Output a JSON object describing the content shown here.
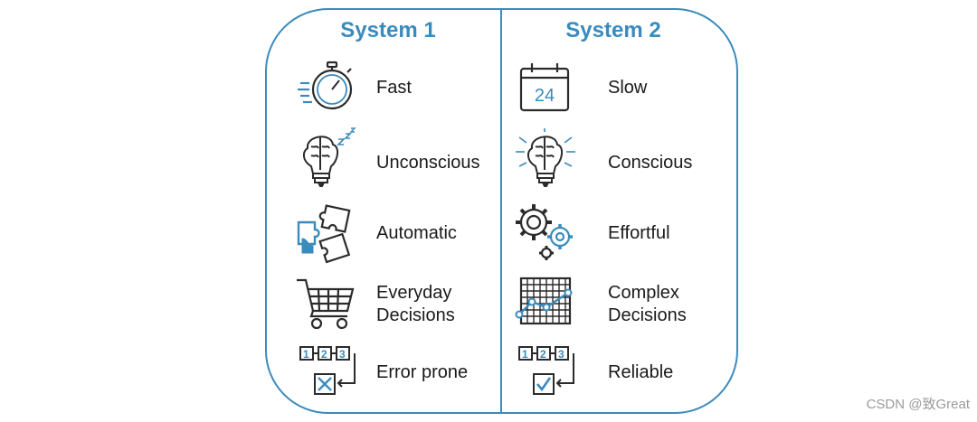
{
  "system1": {
    "title": "System 1",
    "items": [
      {
        "icon": "stopwatch-icon",
        "label": "Fast"
      },
      {
        "icon": "sleeping-brain-bulb-icon",
        "label": "Unconscious"
      },
      {
        "icon": "puzzle-pieces-icon",
        "label": "Automatic"
      },
      {
        "icon": "shopping-cart-icon",
        "label": "Everyday\nDecisions"
      },
      {
        "icon": "error-checklist-icon",
        "label": "Error prone"
      }
    ]
  },
  "system2": {
    "title": "System 2",
    "items": [
      {
        "icon": "calendar-icon",
        "label": "Slow"
      },
      {
        "icon": "glowing-brain-bulb-icon",
        "label": "Conscious"
      },
      {
        "icon": "gears-icon",
        "label": "Effortful"
      },
      {
        "icon": "line-graph-icon",
        "label": "Complex\nDecisions"
      },
      {
        "icon": "checked-checklist-icon",
        "label": "Reliable"
      }
    ]
  },
  "icon_text": {
    "calendar_day": "24",
    "steps": [
      "1",
      "2",
      "3"
    ]
  },
  "colors": {
    "accent": "#3a8bbd",
    "text": "#1a1a1a",
    "icon_dark": "#2b2b2b"
  },
  "watermark": "CSDN @致Great"
}
